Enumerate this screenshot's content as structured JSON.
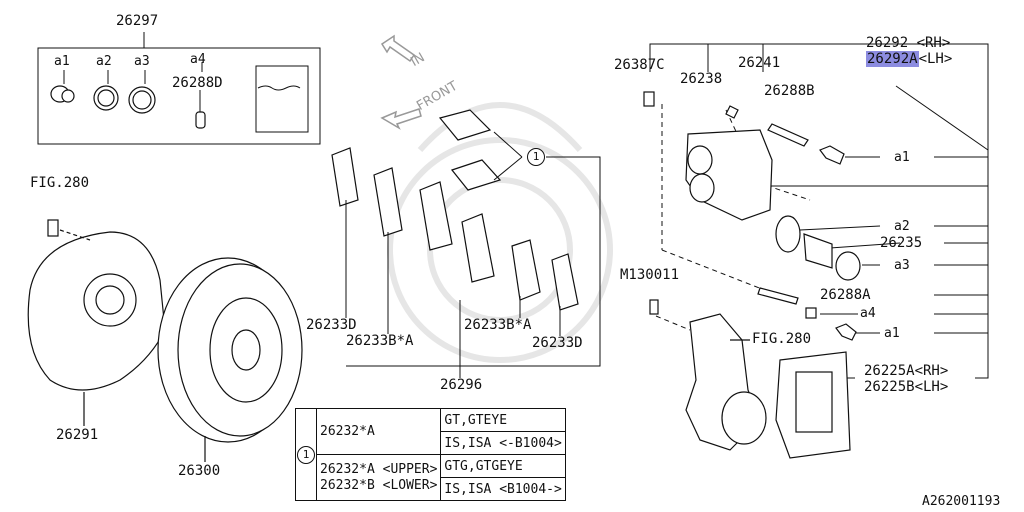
{
  "kit": {
    "number": "26297",
    "items": [
      {
        "label": "a1"
      },
      {
        "label": "a2"
      },
      {
        "label": "a3"
      },
      {
        "label": "a4"
      }
    ],
    "sub_part": "26288D"
  },
  "fig_refs": {
    "top_left": "FIG.280",
    "knuckle": "FIG.280"
  },
  "direction_labels": {
    "in": "IN",
    "front": "FRONT"
  },
  "parts": {
    "backing_plate": "26291",
    "rotor": "26300",
    "pad_kit": "26296",
    "pad_circle_ref": "1",
    "pad_labels": [
      "26233D",
      "26233B*A",
      "26233B*A",
      "26233D"
    ],
    "screw": "M130011",
    "caliper_bolt_c": "26387C",
    "bleeder_238": "26238",
    "bleeder_241": "26241",
    "guide_pin_b": "26288B",
    "guide_pin_a": "26288A",
    "piston": "26235",
    "caliper_rh": "26292 <RH>",
    "caliper_lh_num": "26292A",
    "caliper_lh_suffix": "<LH>",
    "support_rh": "26225A<RH>",
    "support_lh": "26225B<LH>"
  },
  "caliper_callouts": [
    "a1",
    "a2",
    "a3",
    "a4",
    "a1"
  ],
  "spec_table": {
    "ref": "1",
    "row1_part": "26232*A",
    "row1_apps": [
      "GT,GTEYE",
      "IS,ISA  <-B1004>"
    ],
    "row2_parts": [
      "26232*A <UPPER>",
      "26232*B <LOWER>"
    ],
    "row2_apps": [
      "GTG,GTGEYE",
      "IS,ISA  <B1004->"
    ]
  },
  "diagram_id": "A262001193"
}
